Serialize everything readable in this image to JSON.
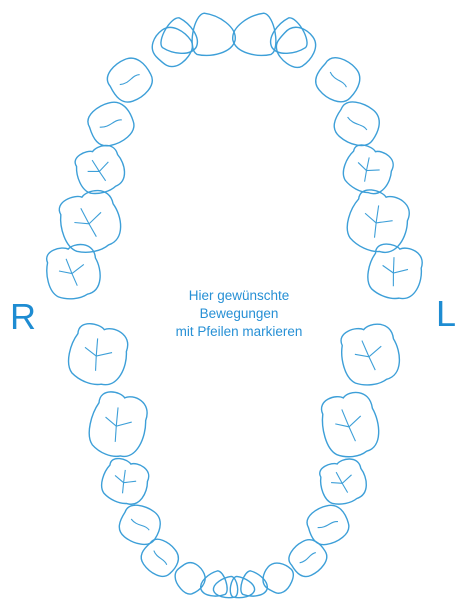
{
  "colors": {
    "line": "#3d9fd8",
    "label": "#1e8cd2",
    "text": "#2790d5",
    "background": "#ffffff"
  },
  "side_labels": {
    "right": "R",
    "left": "L"
  },
  "instruction": {
    "line1": "Hier gewünschte",
    "line2": "Bewegungen",
    "line3": "mit Pfeilen markieren"
  },
  "arches": [
    {
      "name": "upper-jaw",
      "teeth": [
        {
          "id": "upper-right-molar-3",
          "type": "molar"
        },
        {
          "id": "upper-right-molar-2",
          "type": "molar"
        },
        {
          "id": "upper-right-molar-1",
          "type": "molar"
        },
        {
          "id": "upper-right-premolar-2",
          "type": "premolar"
        },
        {
          "id": "upper-right-premolar-1",
          "type": "premolar"
        },
        {
          "id": "upper-right-canine",
          "type": "canine"
        },
        {
          "id": "upper-right-lateral-incisor",
          "type": "incisor"
        },
        {
          "id": "upper-right-central-incisor",
          "type": "incisor"
        },
        {
          "id": "upper-left-central-incisor",
          "type": "incisor"
        },
        {
          "id": "upper-left-lateral-incisor",
          "type": "incisor"
        },
        {
          "id": "upper-left-canine",
          "type": "canine"
        },
        {
          "id": "upper-left-premolar-1",
          "type": "premolar"
        },
        {
          "id": "upper-left-premolar-2",
          "type": "premolar"
        },
        {
          "id": "upper-left-molar-1",
          "type": "molar"
        },
        {
          "id": "upper-left-molar-2",
          "type": "molar"
        },
        {
          "id": "upper-left-molar-3",
          "type": "molar"
        }
      ]
    },
    {
      "name": "lower-jaw",
      "teeth": [
        {
          "id": "lower-right-molar-3",
          "type": "molar"
        },
        {
          "id": "lower-right-molar-2",
          "type": "molar"
        },
        {
          "id": "lower-right-molar-1",
          "type": "molar"
        },
        {
          "id": "lower-right-premolar-2",
          "type": "premolar"
        },
        {
          "id": "lower-right-premolar-1",
          "type": "premolar"
        },
        {
          "id": "lower-right-canine",
          "type": "canine"
        },
        {
          "id": "lower-right-lateral-incisor",
          "type": "incisor"
        },
        {
          "id": "lower-right-central-incisor",
          "type": "incisor"
        },
        {
          "id": "lower-left-central-incisor",
          "type": "incisor"
        },
        {
          "id": "lower-left-lateral-incisor",
          "type": "incisor"
        },
        {
          "id": "lower-left-canine",
          "type": "canine"
        },
        {
          "id": "lower-left-premolar-1",
          "type": "premolar"
        },
        {
          "id": "lower-left-premolar-2",
          "type": "premolar"
        },
        {
          "id": "lower-left-molar-1",
          "type": "molar"
        },
        {
          "id": "lower-left-molar-2",
          "type": "molar"
        },
        {
          "id": "lower-left-molar-3",
          "type": "molar"
        }
      ]
    }
  ]
}
